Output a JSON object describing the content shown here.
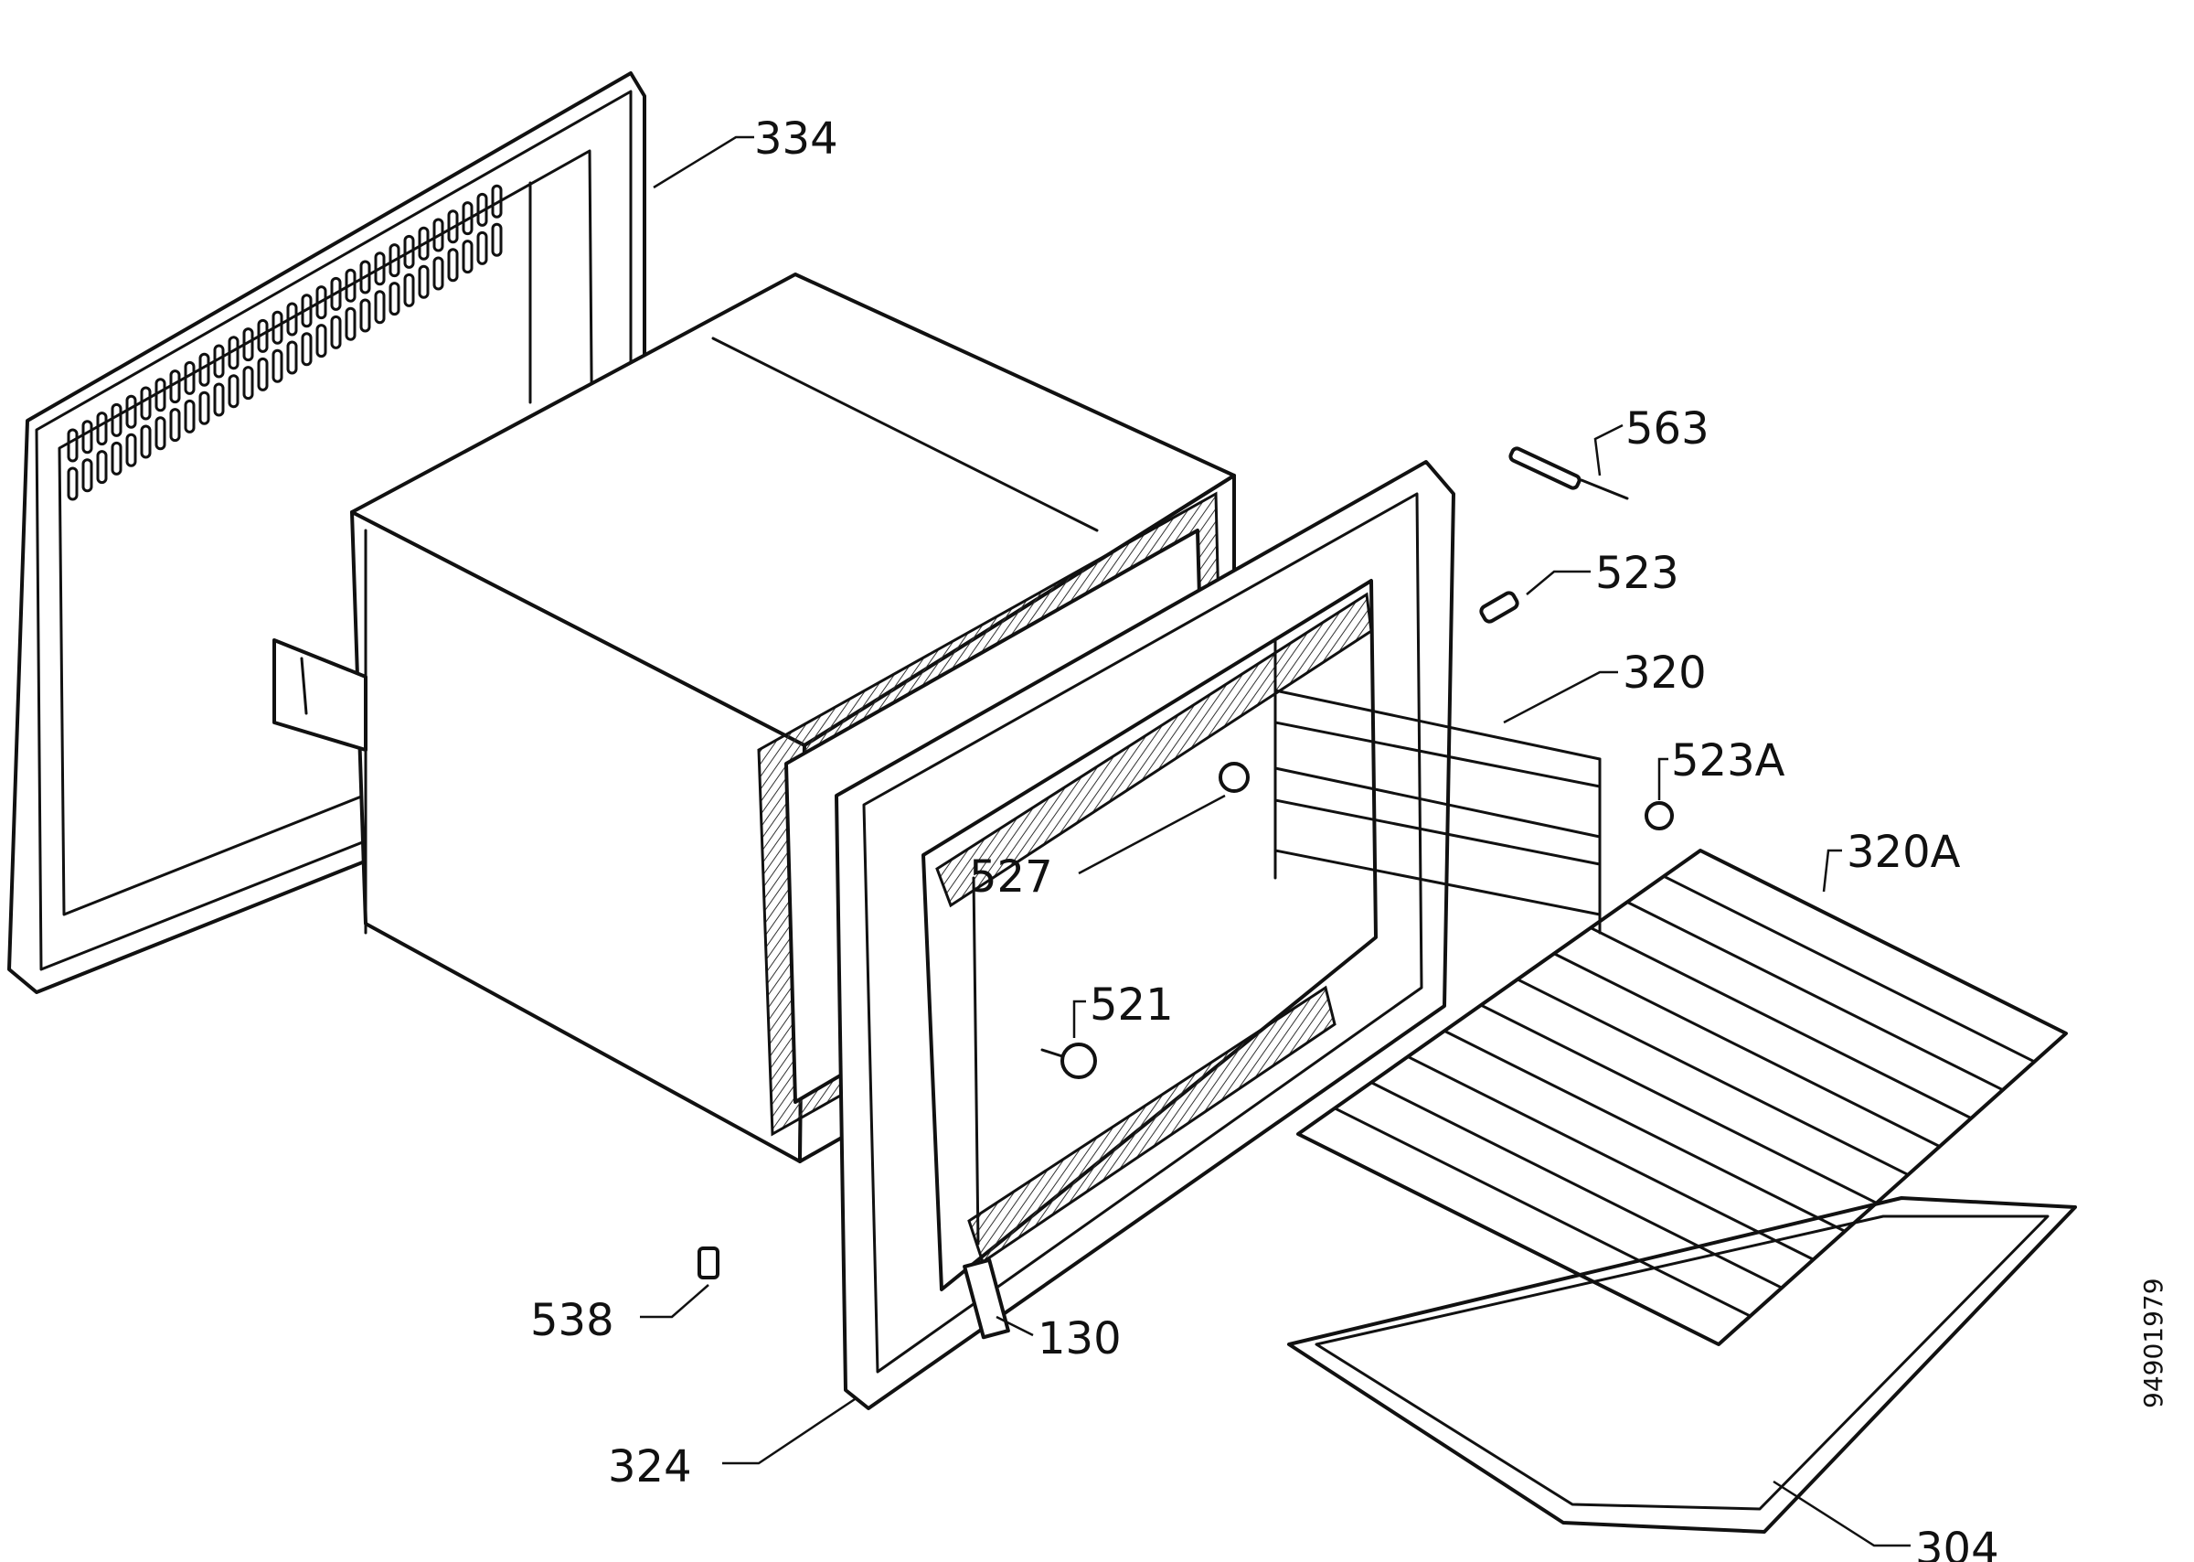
{
  "callouts": {
    "c334": "334",
    "c563": "563",
    "c523": "523",
    "c320": "320",
    "c523a": "523A",
    "c320a": "320A",
    "c527": "527",
    "c521": "521",
    "c538": "538",
    "c130": "130",
    "c324": "324",
    "c304": "304"
  },
  "reference_number": "94901979",
  "colors": {
    "line": "#111111",
    "background": "#ffffff"
  }
}
